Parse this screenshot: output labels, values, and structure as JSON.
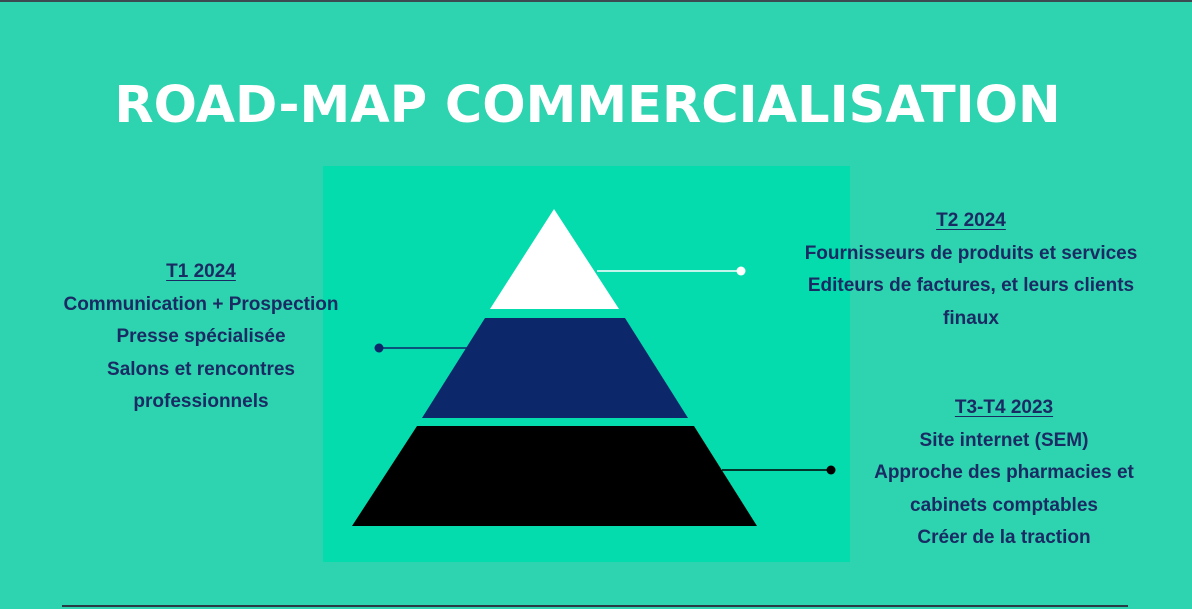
{
  "title": "ROAD-MAP COMMERCIALISATION",
  "colors": {
    "background": "#2ed3b0",
    "panel": "#05dcae",
    "title": "#ffffff",
    "text": "#1a2b63",
    "tier_top": "#ffffff",
    "tier_middle": "#0d276b",
    "tier_bottom": "#000000"
  },
  "blocks": {
    "t1": {
      "heading": "T1 2024",
      "lines": [
        "Communication + Prospection",
        "Presse spécialisée",
        "Salons et rencontres",
        "professionnels"
      ]
    },
    "t2": {
      "heading": "T2 2024",
      "lines": [
        "Fournisseurs de produits et services",
        "Editeurs de factures, et leurs clients",
        "finaux"
      ]
    },
    "t3": {
      "heading": "T3-T4 2023",
      "lines": [
        "Site internet (SEM)",
        "Approche des pharmacies et",
        "cabinets comptables",
        "Créer de la traction"
      ]
    }
  }
}
